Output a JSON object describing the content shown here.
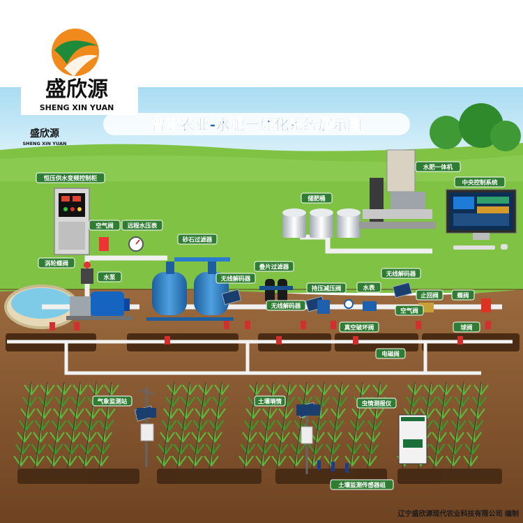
{
  "brand": {
    "name": "盛欣源",
    "pinyin": "SHENG XIN YUAN",
    "small_name": "盛欣源",
    "small_pinyin": "SHENG XIN YUAN"
  },
  "title": "智慧农业-水肥一体化系统展示图",
  "labels": {
    "control_cabinet": "恒压供水变频控制柜",
    "air_valve_1": "空气阀",
    "pressure_gauge": "远程水压表",
    "sand_filter": "砂石过滤器",
    "fertilizer_tank": "储肥桶",
    "fertigation_machine": "水肥一体机",
    "central_control": "中央控制系统",
    "butterfly_valve": "涡轮蝶阀",
    "pump": "水泵",
    "decoder_1": "无线解码器",
    "disc_filter": "叠片过滤器",
    "decoder_2": "无线解码器",
    "decoder_3": "无线解码器",
    "pressure_reducer": "持压减压阀",
    "water_meter": "水表",
    "check_valve": "止回阀",
    "float_valve": "蝶阀",
    "air_valve_2": "空气阀",
    "vacuum_breaker": "真空破坏阀",
    "ball_valve": "球阀",
    "solenoid_valve": "电磁阀",
    "weather_station": "气象监测站",
    "soil_moisture": "土壤墒情",
    "pest_monitor": "虫情测报仪",
    "soil_sensor_group": "土壤监测传感器组"
  },
  "footer": "辽宁盛欣源现代农业科技有限公司 编制",
  "colors": {
    "sky": "#bfe6f5",
    "grass": "#7dc043",
    "soil": "#8a5a33",
    "soil_dark": "#5a3518",
    "label_bg": "#2e7d32",
    "title_blue": "#1b64a8",
    "brand_orange": "#f08a1c",
    "brand_green": "#1f8a3a"
  }
}
